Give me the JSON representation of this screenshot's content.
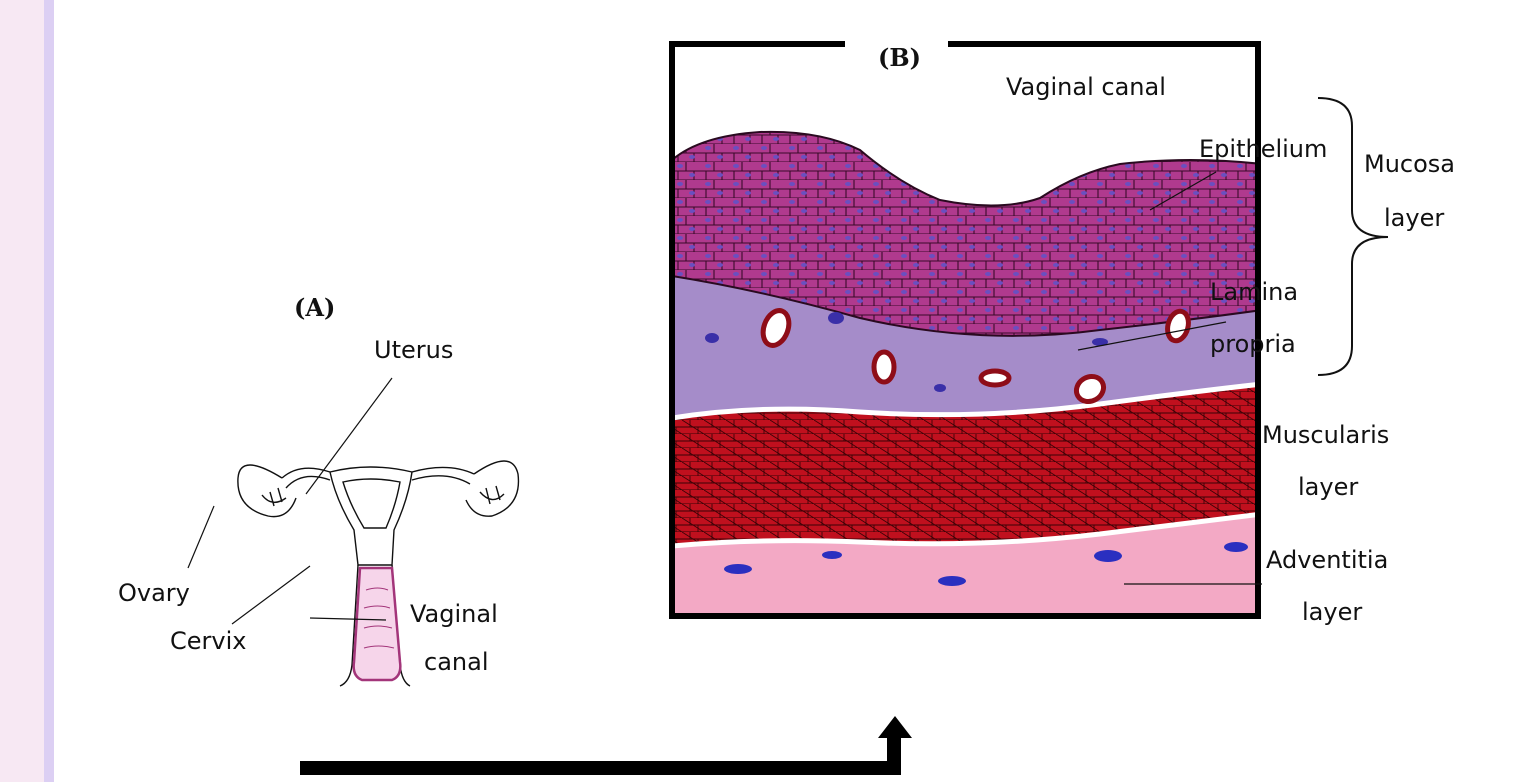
{
  "panel_a": {
    "title": "(A)",
    "labels": {
      "uterus": "Uterus",
      "ovary": "Ovary",
      "cervix": "Cervix",
      "vaginal_canal_line1": "Vaginal",
      "vaginal_canal_line2": "canal"
    }
  },
  "panel_b": {
    "title": "(B)",
    "labels": {
      "vaginal_canal": "Vaginal canal",
      "epithelium": "Epithelium",
      "mucosa_line1": "Mucosa",
      "mucosa_line2": "layer",
      "lamina_line1": "Lamina",
      "lamina_line2": "propria",
      "muscularis_line1": "Muscularis",
      "muscularis_line2": "layer",
      "adventitia_line1": "Adventitia",
      "adventitia_line2": "layer"
    }
  },
  "colors": {
    "epithelium": "#b03a8e",
    "lamina_propria": "#a58cc9",
    "muscularis": "#c0101e",
    "adventitia": "#f3a9c5",
    "nuclei": "#6a4fc0",
    "vessel": "#8e0d18",
    "side_strip_outer": "#f7e8f3",
    "side_strip_inner": "#dccff3"
  }
}
